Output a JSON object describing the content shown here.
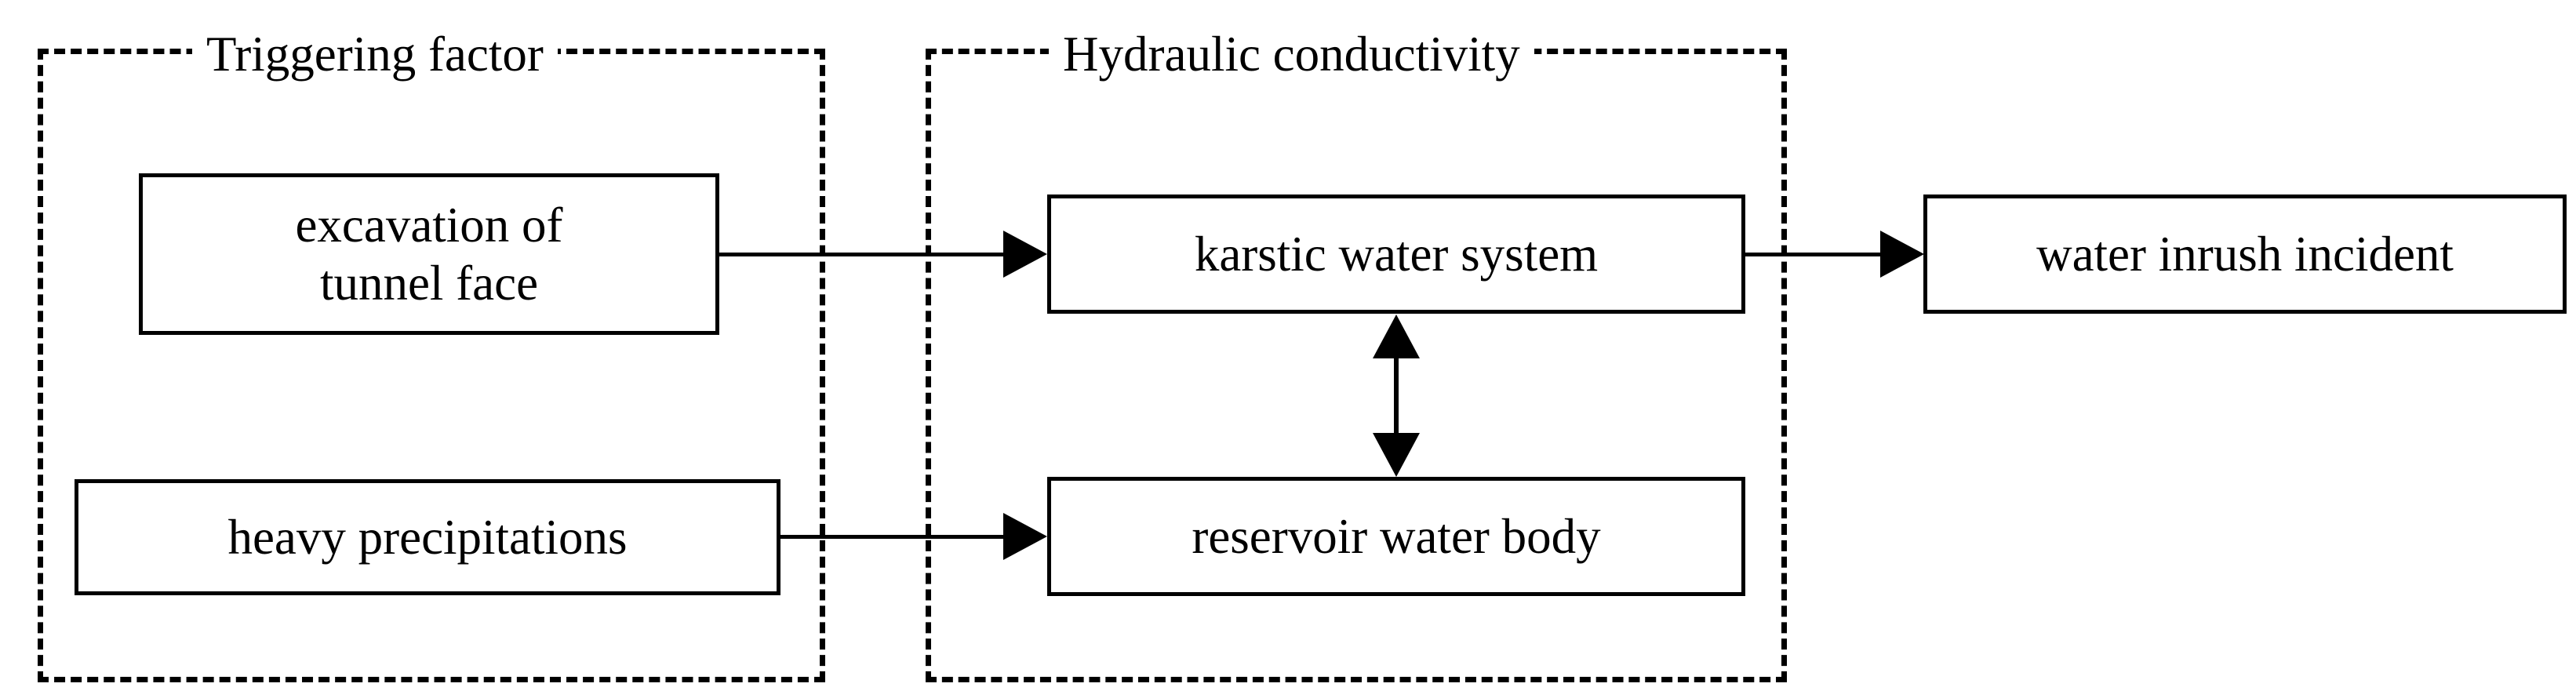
{
  "diagram": {
    "title": "",
    "groups": [
      {
        "id": "triggering-factor",
        "label": "Triggering factor"
      },
      {
        "id": "hydraulic-conductivity",
        "label": "Hydraulic conductivity"
      }
    ],
    "nodes": [
      {
        "id": "excavation",
        "line1": "excavation of",
        "line2": "tunnel face"
      },
      {
        "id": "heavy-precipitations",
        "line1": "heavy precipitations",
        "line2": ""
      },
      {
        "id": "karstic-water-system",
        "line1": "karstic water system",
        "line2": ""
      },
      {
        "id": "reservoir-water-body",
        "line1": "reservoir water body",
        "line2": ""
      },
      {
        "id": "water-inrush-incident",
        "line1": "water inrush incident",
        "line2": ""
      }
    ],
    "edges": [
      {
        "from": "excavation",
        "to": "karstic-water-system",
        "style": "single-arrow",
        "direction": "right"
      },
      {
        "from": "heavy-precipitations",
        "to": "reservoir-water-body",
        "style": "single-arrow",
        "direction": "right"
      },
      {
        "from": "karstic-water-system",
        "to": "reservoir-water-body",
        "style": "double-arrow",
        "direction": "vertical"
      },
      {
        "from": "karstic-water-system",
        "to": "water-inrush-incident",
        "style": "single-arrow",
        "direction": "right"
      }
    ],
    "colors": {
      "stroke": "#000000",
      "background": "#ffffff",
      "text": "#000000"
    }
  }
}
